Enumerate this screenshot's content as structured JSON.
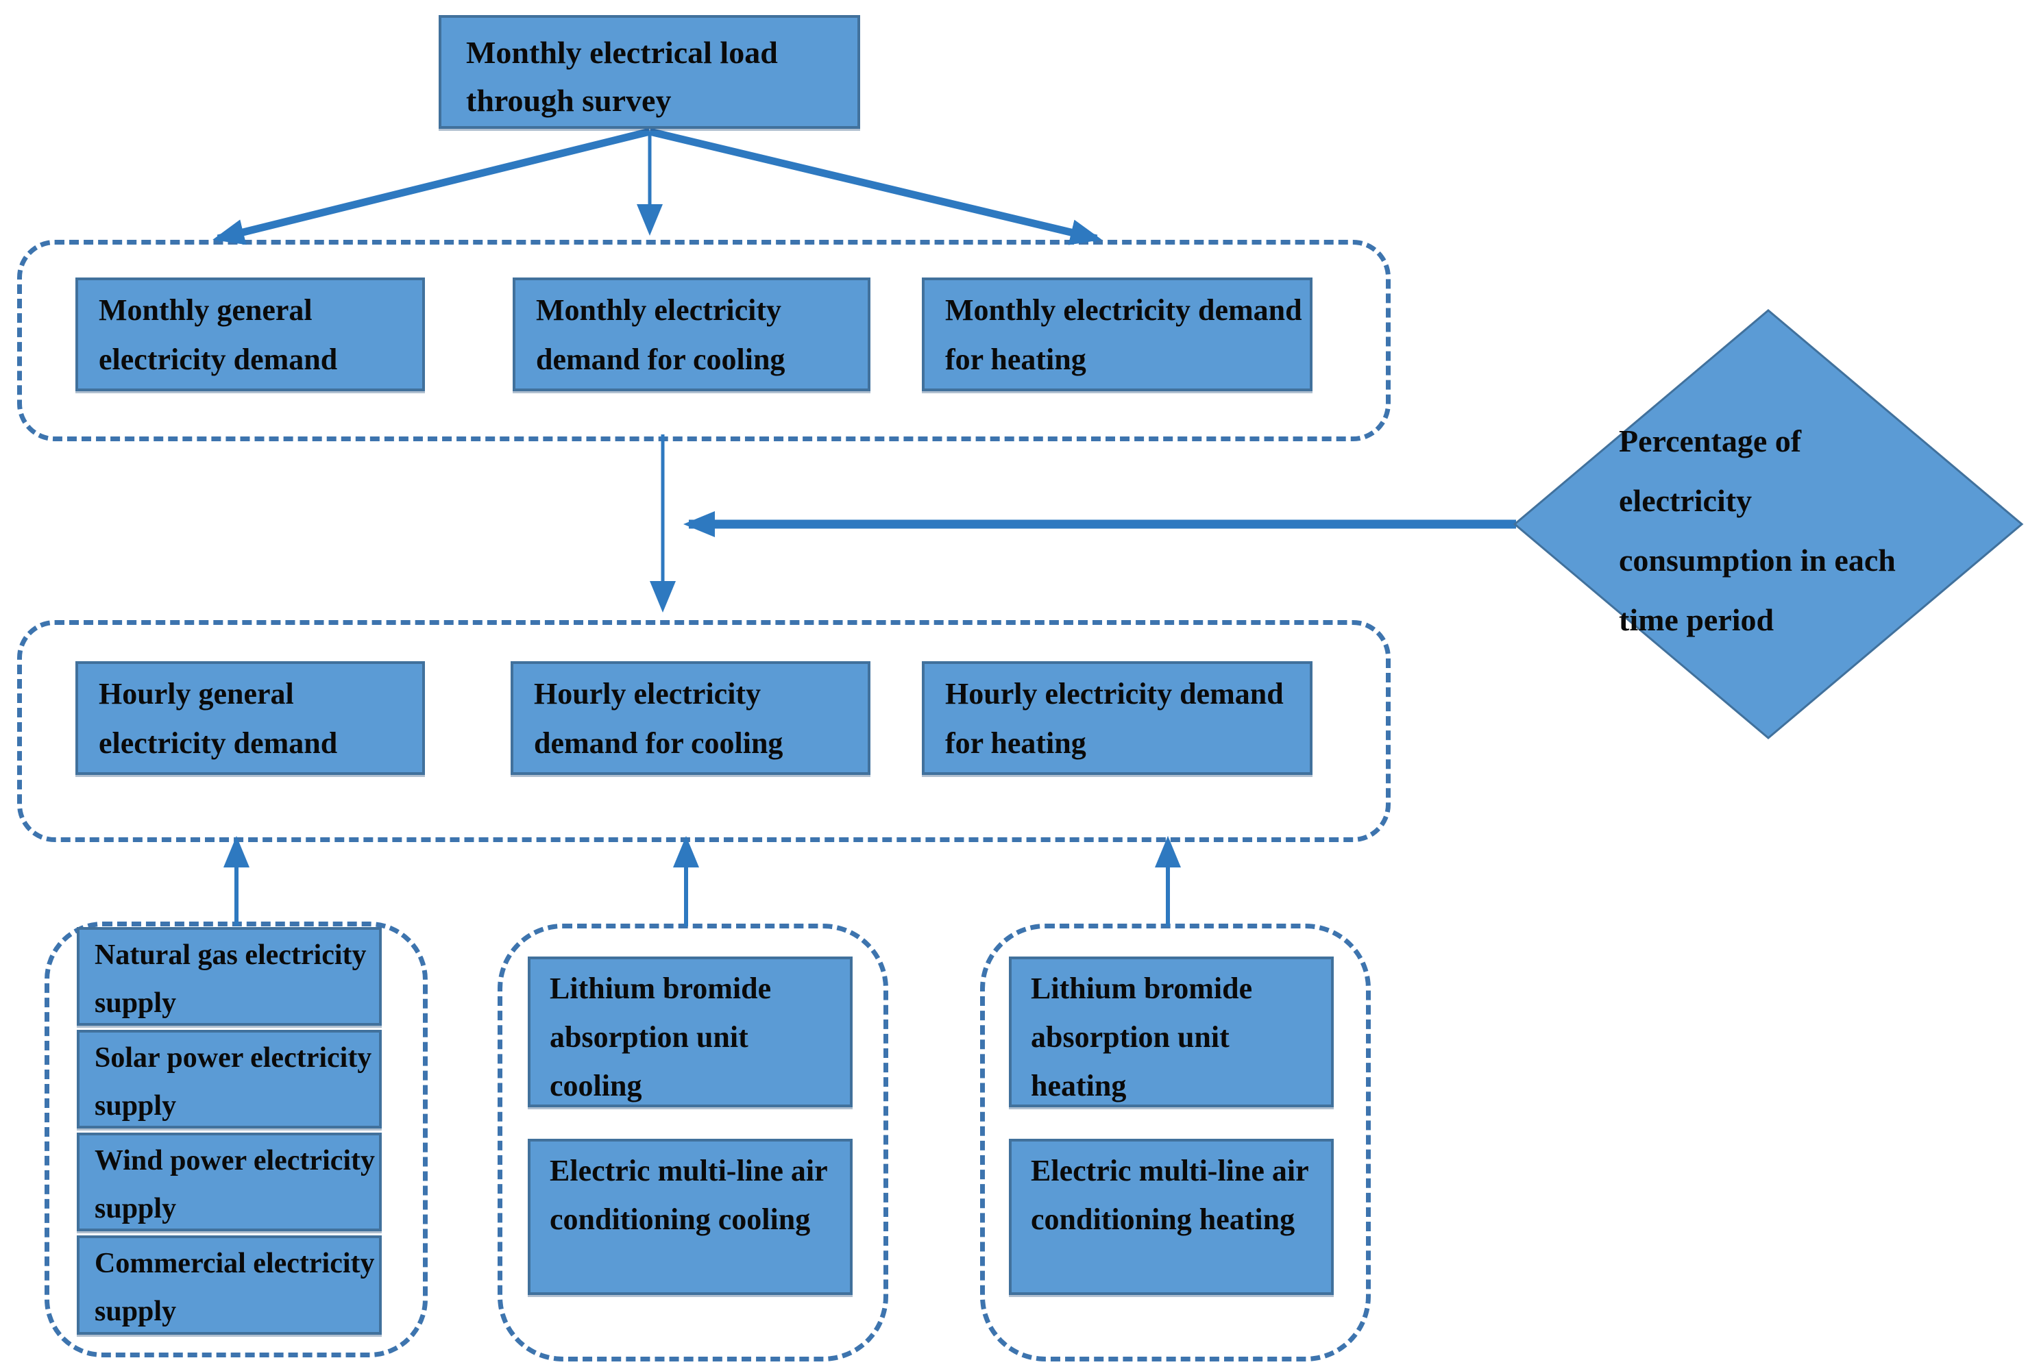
{
  "diagram": {
    "root": {
      "label": "Monthly electrical load through survey"
    },
    "monthly_group": {
      "items": [
        "Monthly general electricity demand",
        "Monthly electricity demand for cooling",
        "Monthly electricity demand for heating"
      ]
    },
    "decision": {
      "label": "Percentage of electricity consumption in each time period",
      "lines": [
        "Percentage of",
        "electricity",
        "consumption in each",
        "time period"
      ]
    },
    "hourly_group": {
      "items": [
        "Hourly general electricity demand",
        "Hourly electricity demand for cooling",
        "Hourly electricity demand for heating"
      ]
    },
    "supply_group": {
      "items": [
        "Natural gas electricity supply",
        "Solar power electricity supply",
        "Wind power electricity supply",
        "Commercial electricity supply"
      ]
    },
    "cooling_group": {
      "items": [
        "Lithium bromide absorption unit cooling",
        "Electric multi-line air conditioning cooling"
      ]
    },
    "heating_group": {
      "items": [
        "Lithium bromide absorption unit heating",
        "Electric multi-line air conditioning heating"
      ]
    },
    "edges": [
      {
        "from": "monthly-electrical-load",
        "to": "monthly-general-electricity-demand"
      },
      {
        "from": "monthly-electrical-load",
        "to": "monthly-demand-group"
      },
      {
        "from": "monthly-electrical-load",
        "to": "monthly-electricity-demand-heating"
      },
      {
        "from": "monthly-demand-group",
        "to": "hourly-demand-group"
      },
      {
        "from": "percentage-of-electricity-consumption",
        "to": "monthly-to-hourly-connector"
      },
      {
        "from": "electricity-supply-group",
        "to": "hourly-demand-group"
      },
      {
        "from": "cooling-units-group",
        "to": "hourly-demand-group"
      },
      {
        "from": "heating-units-group",
        "to": "hourly-demand-group"
      }
    ],
    "colors": {
      "node_fill": "#5b9bd5",
      "node_border": "#41719c",
      "dashed_border": "#3d74ae",
      "arrow": "#2e79c0",
      "text": "#0a0a0a"
    }
  }
}
